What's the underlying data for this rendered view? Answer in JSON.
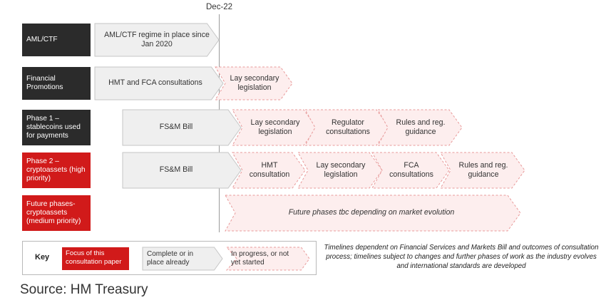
{
  "timeline": {
    "marker_label": "Dec-22"
  },
  "rows": [
    {
      "label": "AML/CTF",
      "priority": "dark"
    },
    {
      "label": "Financial Promotions",
      "priority": "dark"
    },
    {
      "label": "Phase 1 – stablecoins used for payments",
      "priority": "dark"
    },
    {
      "label": "Phase 2 – cryptoassets (high priority)",
      "priority": "red"
    },
    {
      "label": "Future phases- cryptoassets (medium priority)",
      "priority": "red"
    }
  ],
  "steps": {
    "aml": [
      "AML/CTF regime in place since Jan 2020"
    ],
    "finprom": [
      "HMT and FCA consultations",
      "Lay secondary legislation"
    ],
    "phase1": [
      "FS&M Bill",
      "Lay secondary legislation",
      "Regulator consultations",
      "Rules and reg. guidance"
    ],
    "phase2": [
      "FS&M Bill",
      "HMT consultation",
      "Lay secondary legislation",
      "FCA consultations",
      "Rules and reg. guidance"
    ],
    "future": [
      "Future phases tbc depending on market evolution"
    ]
  },
  "key": {
    "title": "Key",
    "focus": "Focus of this consultation paper",
    "complete": "Complete or in place already",
    "in_progress": "In progress, or not yet started"
  },
  "note": "Timelines dependent on Financial Services and Markets Bill and outcomes of consultation process; timelines subject to changes and further phases of work as the industry evolves and international standards are developed",
  "source": "Source: HM Treasury",
  "colors": {
    "focus_red": "#d11a1a",
    "dark_label": "#2b2b2b",
    "complete_fill": "#efefef",
    "progress_fill": "#fdeeee",
    "progress_border": "#e89a9a"
  }
}
